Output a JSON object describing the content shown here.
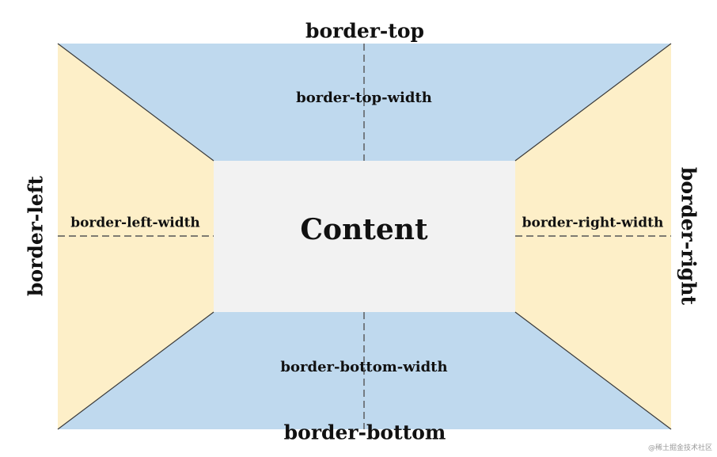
{
  "labels": {
    "border_top": "border-top",
    "border_bottom": "border-bottom",
    "border_left": "border-left",
    "border_right": "border-right",
    "border_top_width": "border-top-width",
    "border_bottom_width": "border-bottom-width",
    "border_left_width": "border-left-width",
    "border_right_width": "border-right-width",
    "content": "Content"
  },
  "watermark": "@稀土掘金技术社区",
  "colors": {
    "top_bottom_border": "#bfd9ee",
    "left_right_border": "#fdefc8",
    "content_box": "#f2f2f2",
    "outline": "#3a3a3a",
    "dashed_line": "#555555",
    "text": "#111111"
  }
}
